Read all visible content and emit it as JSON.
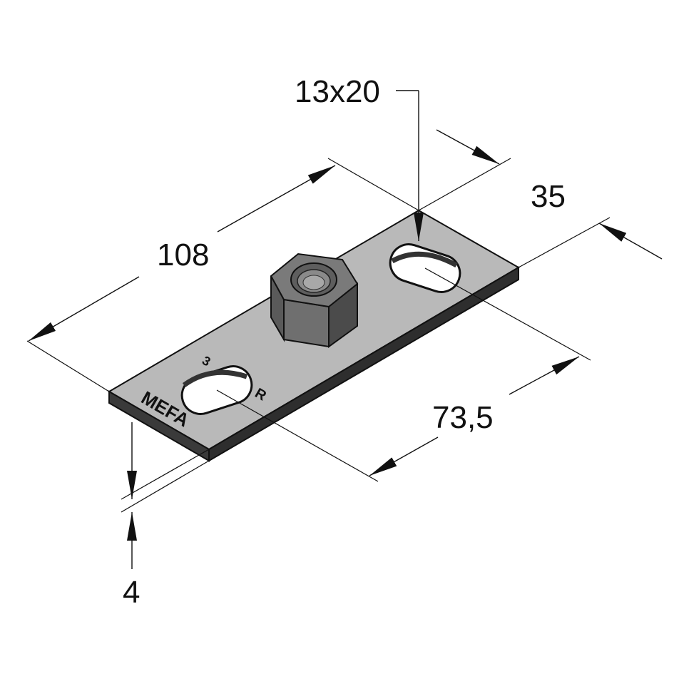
{
  "dimensions": {
    "length": "108",
    "width": "35",
    "hole_spacing": "73,5",
    "thickness": "4",
    "slot_size": "13x20"
  },
  "stamp": {
    "brand": "MEFA",
    "number": "3",
    "letter": "R"
  },
  "colors": {
    "plate_top": "#b9b9b9",
    "plate_side": "#3a3a3a",
    "nut_face_light": "#6f6f6f",
    "nut_face_dark": "#4b4b4b",
    "outline": "#111111"
  }
}
